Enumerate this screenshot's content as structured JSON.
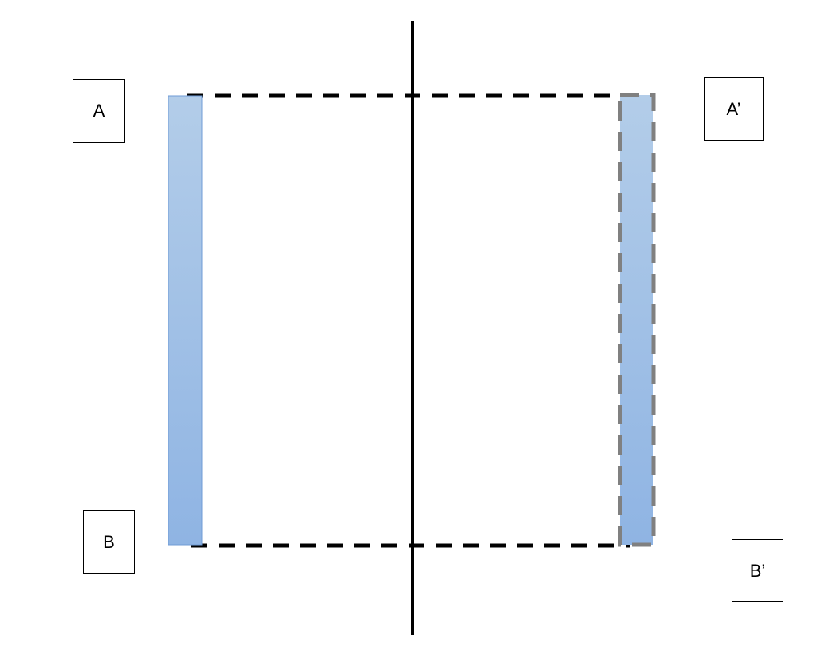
{
  "labels": {
    "a": "A",
    "a_prime": "A’",
    "b": "B",
    "b_prime": "B’"
  },
  "colors": {
    "bar_top": "#b3cde9",
    "bar_bottom": "#8fb4e3",
    "dashed_line": "#000000",
    "image_outline": "#808080",
    "mirror_line": "#000000"
  }
}
